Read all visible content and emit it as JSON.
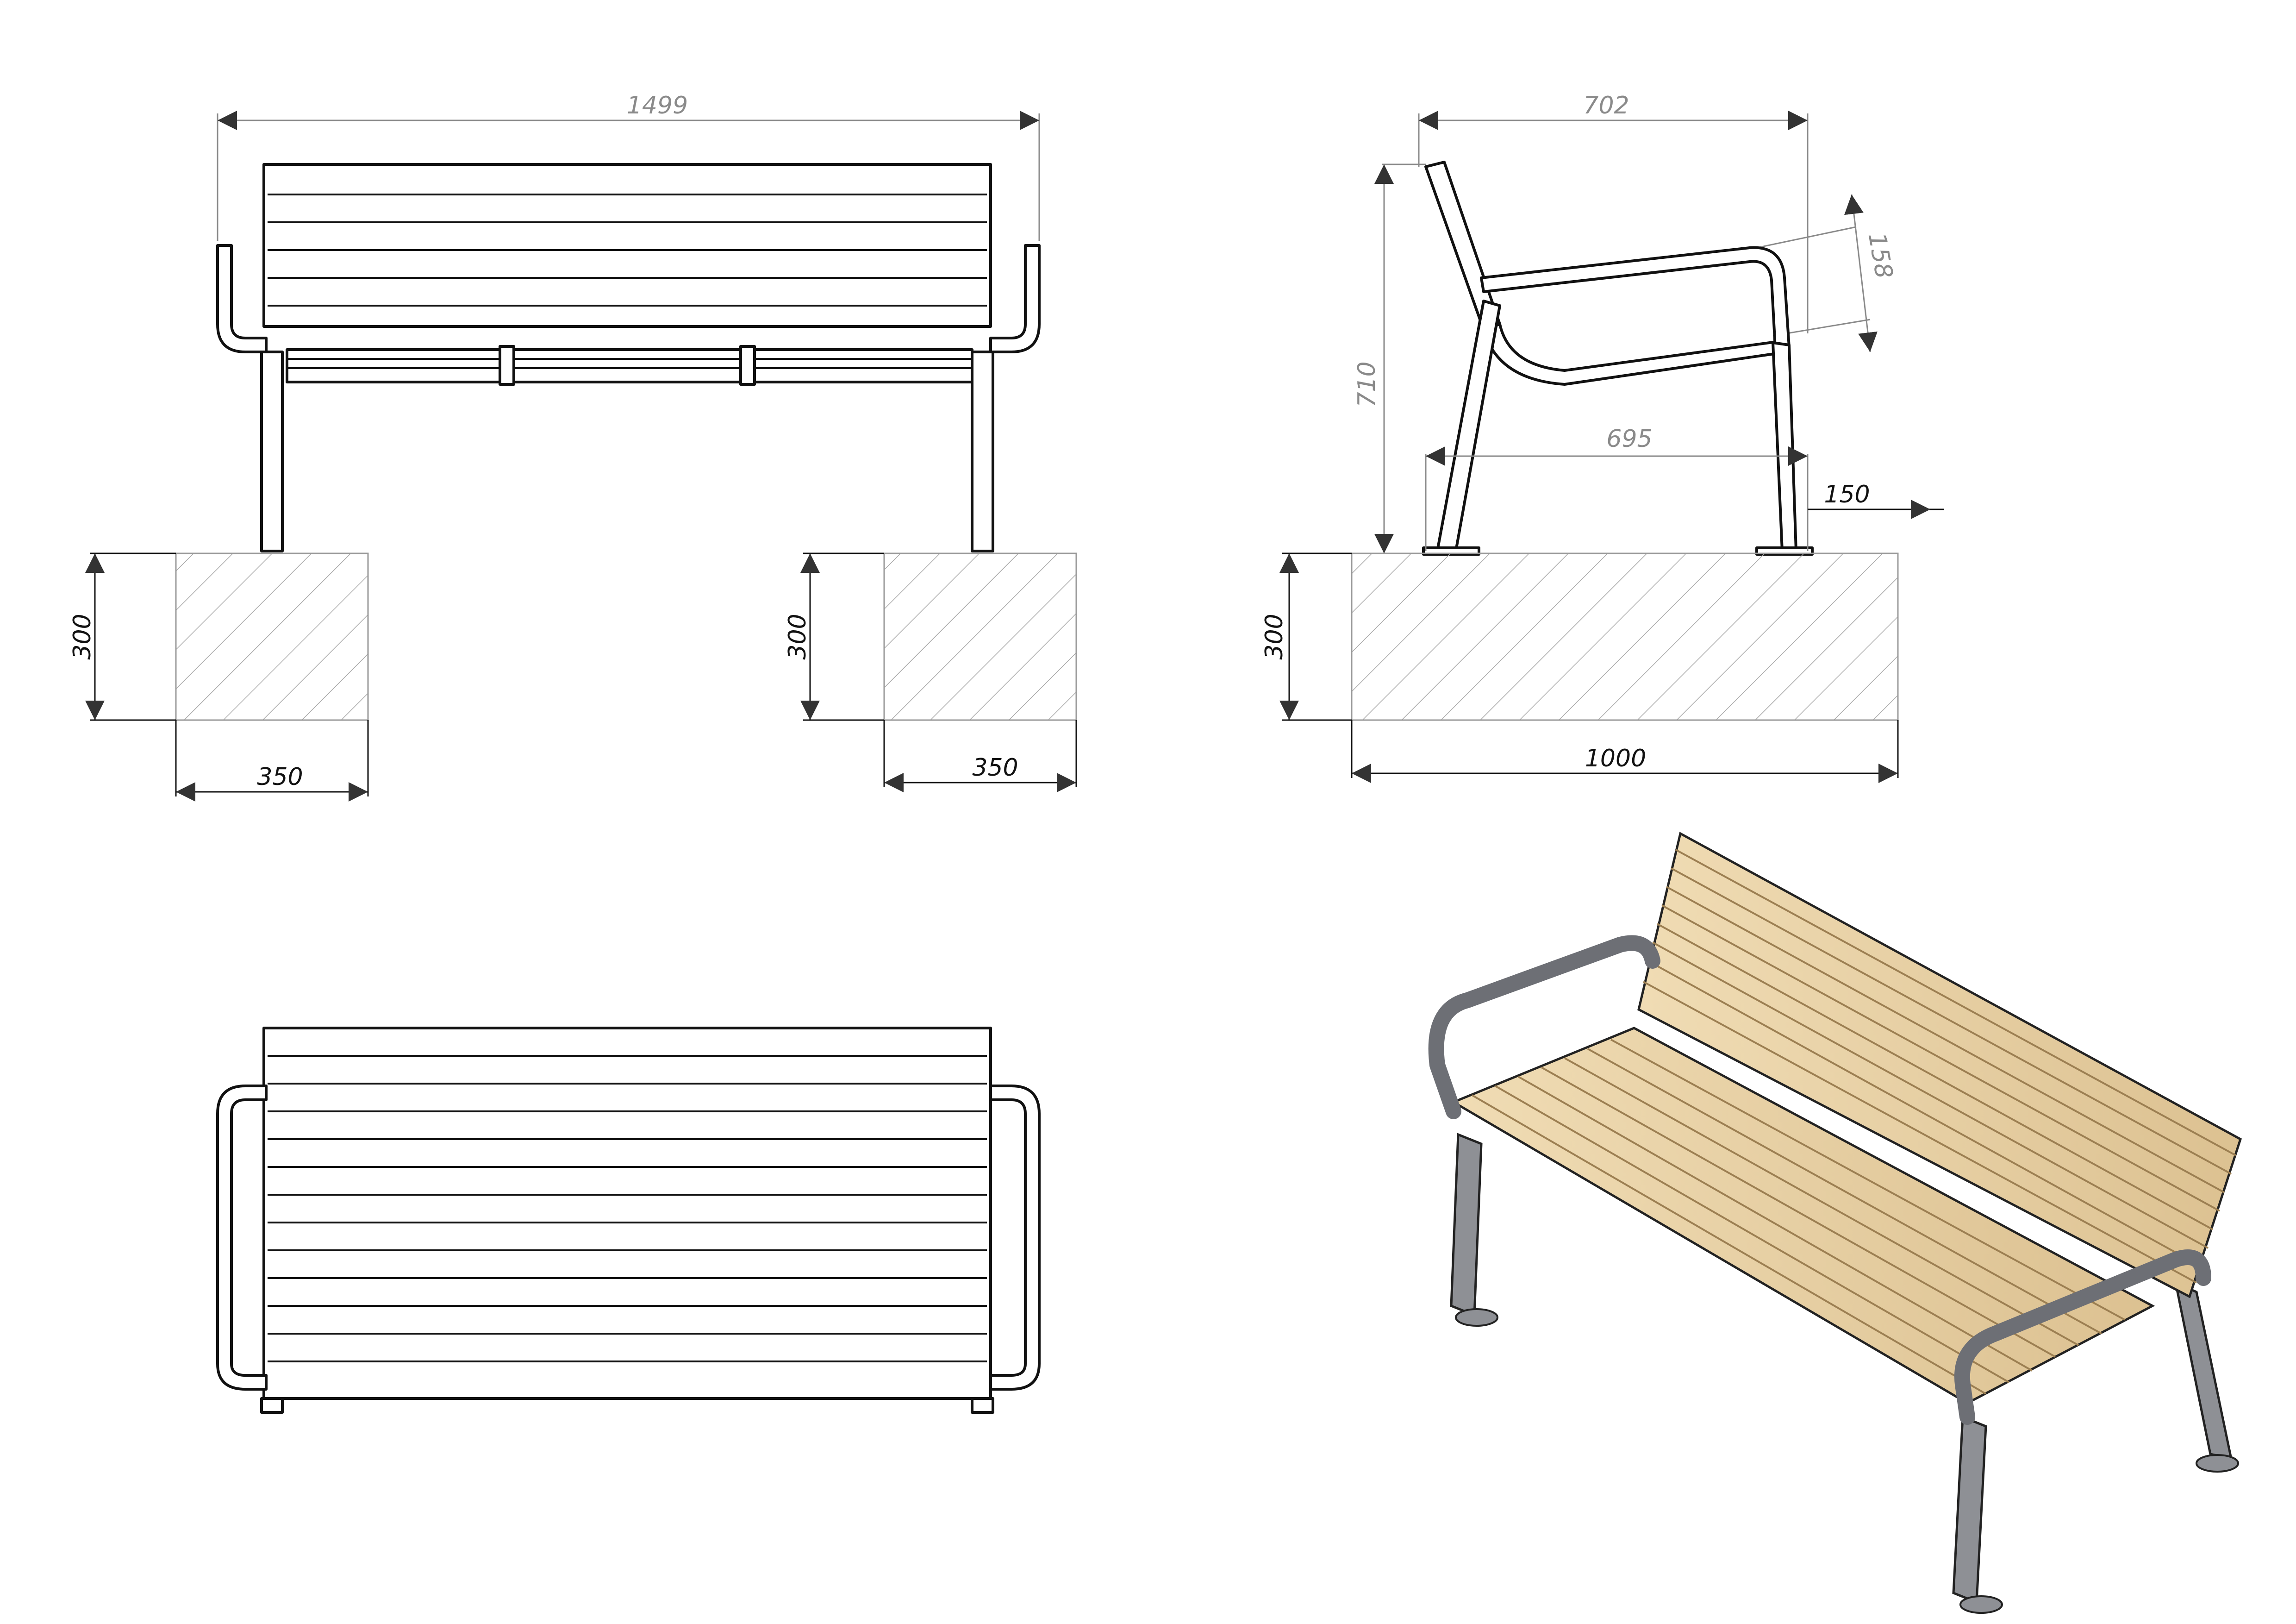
{
  "dimensions": {
    "front_view": {
      "overall_width": "1499",
      "footing_depth": "300",
      "footing_width": "350"
    },
    "right_footing": {
      "footing_depth": "300",
      "footing_width": "350"
    },
    "side_view": {
      "overall_depth": "702",
      "overall_height": "710",
      "armrest_height": "158",
      "leg_span": "695",
      "offset": "150",
      "footing_depth": "300",
      "footing_length": "1000"
    }
  },
  "colors": {
    "line": "#111111",
    "dimension_gray": "#8a8a8a",
    "hatch": "#9a9a9a",
    "wood": "#e9d3a8",
    "wood_dark": "#c8a978",
    "metal": "#8e9095",
    "metal_dark": "#5e6066"
  }
}
